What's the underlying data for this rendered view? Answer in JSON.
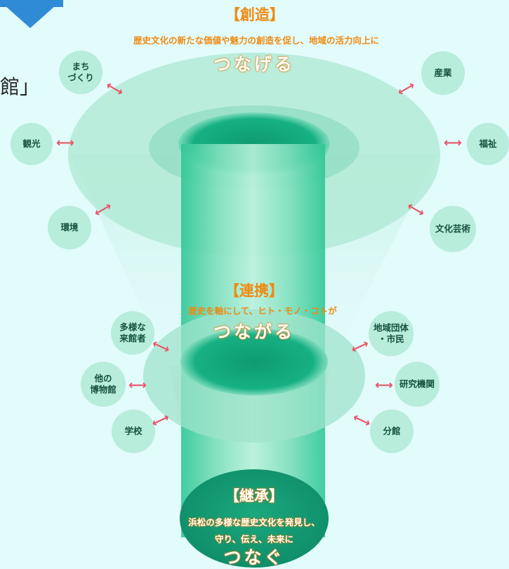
{
  "cut_text": "館」",
  "top": {
    "title": "【創造】",
    "subtitle": "歴史文化の新たな価値や魅力の創造を促し、地域の活力向上に",
    "emphasis": "つなげる"
  },
  "middle": {
    "title": "【連携】",
    "subtitle": "歴史を軸にして、ヒト・モノ・コトが",
    "emphasis": "つながる"
  },
  "bottom": {
    "title": "【継承】",
    "line1": "浜松の多様な歴史文化を発見し、",
    "line2": "守り、伝え、未来に",
    "emphasis": "つなぐ"
  },
  "outer_nodes": {
    "machizukuri": "まち\nづくり",
    "kanko": "観光",
    "kankyo": "環境",
    "sangyo": "産業",
    "fukushi": "福祉",
    "bunka_geijutsu": "文化芸術"
  },
  "inner_nodes": {
    "raikansha": "多様な\n来館者",
    "hakubutsukan": "他の\n博物館",
    "gakko": "学校",
    "chiiki": "地域団体\n・市民",
    "kenkyu": "研究機関",
    "bunkan": "分館"
  },
  "colors": {
    "background": "#e2fbfb",
    "disc": "#a9e6cf",
    "core": "#13a57e",
    "accent": "#f08a12",
    "arrow": "#e8566a",
    "corner": "#2f8bd6"
  }
}
